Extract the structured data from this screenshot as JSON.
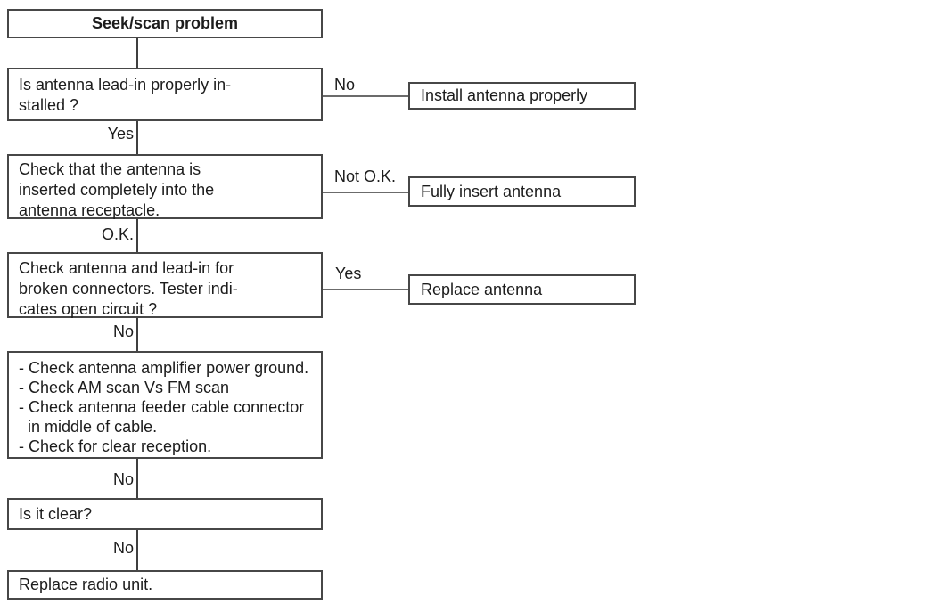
{
  "diagram": {
    "type": "flowchart",
    "title": "Seek/scan problem",
    "colors": {
      "background": "#ffffff",
      "box_border": "#474747",
      "connector_vertical": "#3f3f3f",
      "connector_horizontal": "#6b6b6b",
      "text": "#1c1c1c"
    },
    "nodes": {
      "start": {
        "text": "Seek/scan problem"
      },
      "q1": {
        "text": "Is antenna lead-in properly in-\nstalled ?"
      },
      "a1": {
        "text": "Install antenna properly"
      },
      "q2": {
        "text": "Check that the antenna is\ninserted completely into the\nantenna receptacle."
      },
      "a2": {
        "text": "Fully insert antenna"
      },
      "q3": {
        "text": "Check antenna and lead-in for\nbroken connectors. Tester indi-\ncates open circuit ?"
      },
      "a3": {
        "text": "Replace antenna"
      },
      "checklist": {
        "text": "- Check antenna amplifier power ground.\n- Check AM scan Vs FM scan\n- Check antenna feeder cable connector\n  in middle of cable.\n- Check for clear reception."
      },
      "q4": {
        "text": "Is it clear?"
      },
      "final": {
        "text": "Replace radio unit."
      }
    },
    "edge_labels": {
      "q1_no": "No",
      "q1_yes": "Yes",
      "q2_not_ok": "Not O.K.",
      "q2_ok": "O.K.",
      "q3_yes": "Yes",
      "q3_no": "No",
      "checklist_no": "No",
      "q4_no": "No"
    }
  }
}
